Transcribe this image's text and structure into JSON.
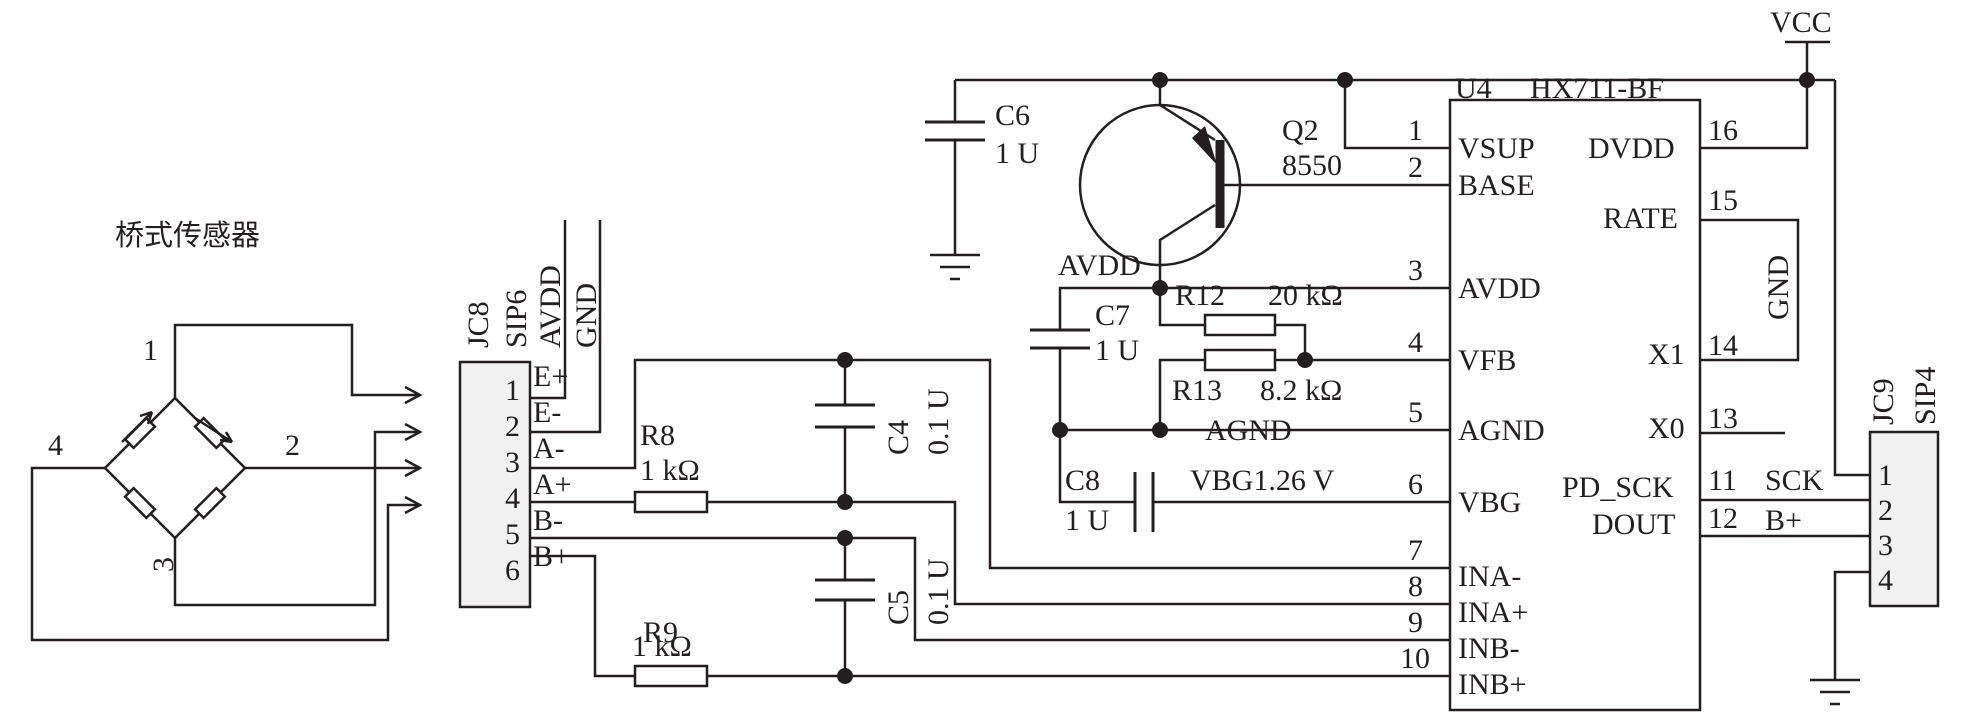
{
  "sensor": {
    "title": "桥式传感器",
    "node1": "1",
    "node2": "2",
    "node3": "3",
    "node4": "4"
  },
  "jc8": {
    "ref": "JC8",
    "type": "SIP6",
    "top_net1": "AVDD",
    "top_net2": "GND",
    "pins": [
      {
        "num": "1",
        "sig": "E+"
      },
      {
        "num": "2",
        "sig": "E-"
      },
      {
        "num": "3",
        "sig": "A-"
      },
      {
        "num": "4",
        "sig": "A+"
      },
      {
        "num": "5",
        "sig": "B-"
      },
      {
        "num": "6",
        "sig": "B+"
      }
    ]
  },
  "resistors": {
    "r8": {
      "ref": "R8",
      "value": "1 kΩ"
    },
    "r9": {
      "ref": "R9",
      "value": "1 kΩ"
    },
    "r12": {
      "ref": "R12",
      "value": "20 kΩ"
    },
    "r13": {
      "ref": "R13",
      "value": "8.2 kΩ"
    }
  },
  "capacitors": {
    "c4": {
      "ref": "C4",
      "value": "0.1 U"
    },
    "c5": {
      "ref": "C5",
      "value": "0.1 U"
    },
    "c6": {
      "ref": "C6",
      "value": "1 U"
    },
    "c7": {
      "ref": "C7",
      "value": "1 U"
    },
    "c8": {
      "ref": "C8",
      "value": "1 U"
    }
  },
  "transistor": {
    "ref": "Q2",
    "part": "8550"
  },
  "nets": {
    "avdd": "AVDD",
    "agnd": "AGND",
    "vbg": "VBG1.26 V",
    "vcc": "VCC",
    "gnd": "GND",
    "sck": "SCK",
    "bplus": "B+"
  },
  "u4": {
    "ref": "U4",
    "part": "HX711-BF",
    "left_pins": [
      {
        "num": "1",
        "name": "VSUP"
      },
      {
        "num": "2",
        "name": "BASE"
      },
      {
        "num": "3",
        "name": "AVDD"
      },
      {
        "num": "4",
        "name": "VFB"
      },
      {
        "num": "5",
        "name": "AGND"
      },
      {
        "num": "6",
        "name": "VBG"
      },
      {
        "num": "7",
        "name": "INA-"
      },
      {
        "num": "8",
        "name": "INA+"
      },
      {
        "num": "9",
        "name": "INB-"
      },
      {
        "num": "10",
        "name": "INB+"
      }
    ],
    "right_pins": [
      {
        "num": "16",
        "name": "DVDD"
      },
      {
        "num": "15",
        "name": "RATE"
      },
      {
        "num": "14",
        "name": "X1"
      },
      {
        "num": "13",
        "name": "X0"
      },
      {
        "num": "11",
        "name": "PD_SCK"
      },
      {
        "num": "12",
        "name": "DOUT"
      }
    ]
  },
  "jc9": {
    "ref": "JC9",
    "type": "SIP4",
    "pins": [
      "1",
      "2",
      "3",
      "4"
    ]
  }
}
